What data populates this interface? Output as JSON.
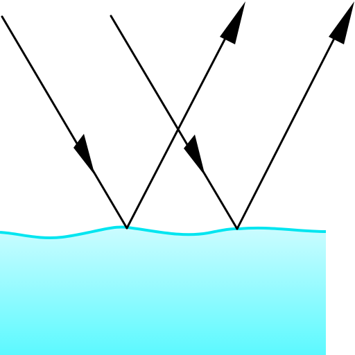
{
  "colors": {
    "background": "#ffffff",
    "water_surface": "#00e5f0",
    "water_top": "#ccfcff",
    "water_bottom": "#5cf9ff",
    "ray": "#000000"
  },
  "rays": [
    {
      "id": "ray-1",
      "segments": [
        "incident",
        "reflected"
      ]
    },
    {
      "id": "ray-2",
      "segments": [
        "incident",
        "reflected"
      ]
    }
  ]
}
